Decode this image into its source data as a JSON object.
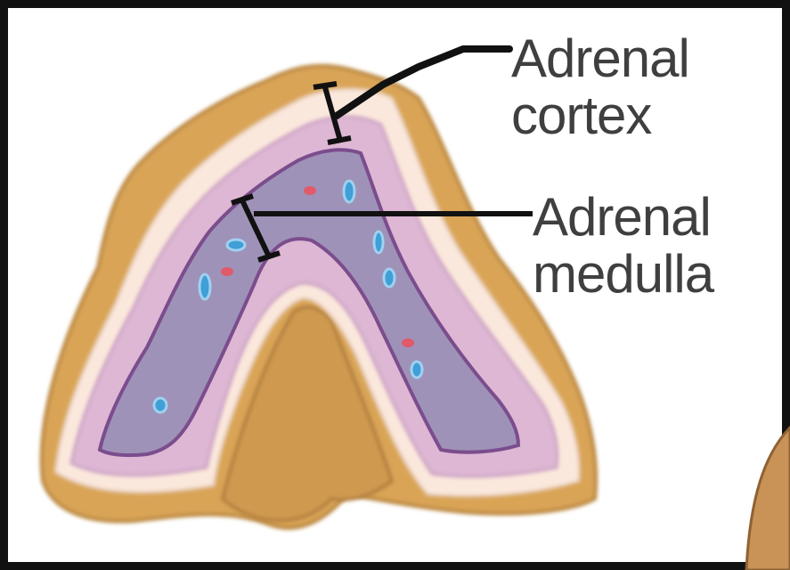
{
  "labels": {
    "cortex": {
      "line1": "Adrenal",
      "line2": "cortex"
    },
    "medulla": {
      "line1": "Adrenal",
      "line2": "medulla"
    }
  },
  "colors": {
    "capsule": "#d9a457",
    "capsule_edge": "#b9853c",
    "outer_cortex": "#fbe8dc",
    "cortex": "#ddb7d4",
    "medulla": "#9f92b8",
    "medulla_edge": "#7b4d8d",
    "vessel_blue": "#3f9fd6",
    "vessel_red": "#e05a6a",
    "leader": "#111111",
    "text": "#3f3f3f"
  }
}
